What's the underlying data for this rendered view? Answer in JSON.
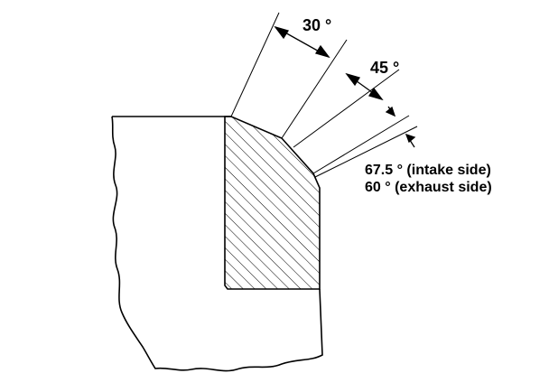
{
  "diagram": {
    "angles": {
      "angle_top": "30 °",
      "angle_middle": "45 °",
      "angle_bottom_intake": "67.5 ° (intake side)",
      "angle_bottom_exhaust": "60 ° (exhaust side)"
    }
  }
}
